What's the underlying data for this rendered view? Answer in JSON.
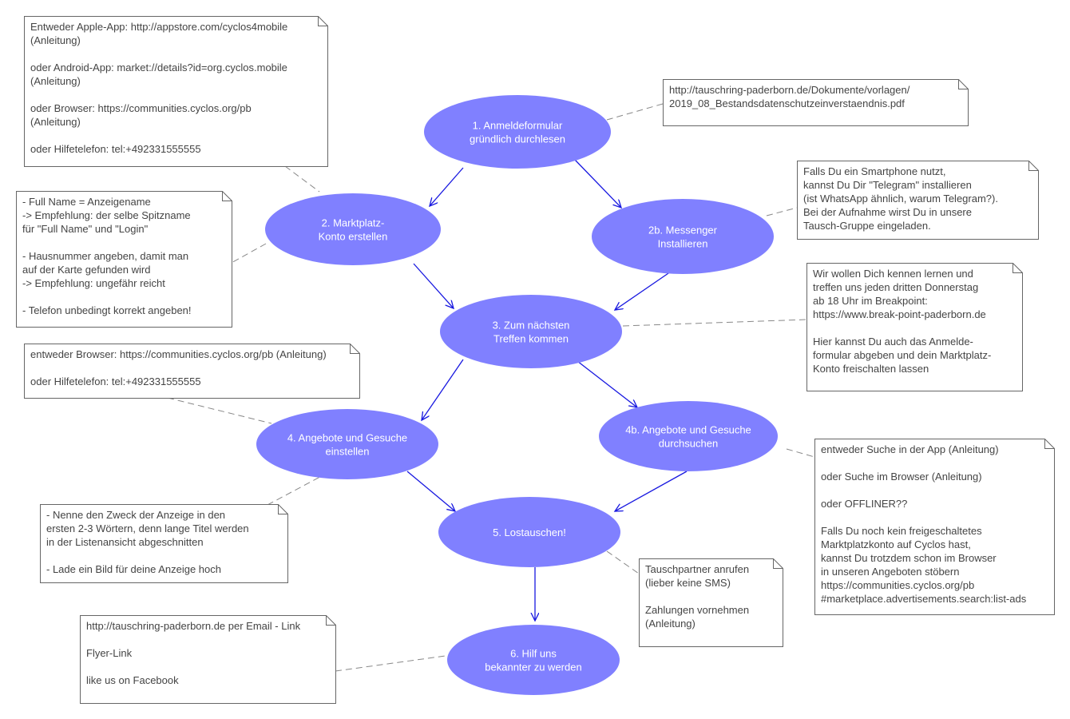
{
  "colors": {
    "node_fill": "#8080ff",
    "node_text": "#ffffff",
    "arrow": "#1818e0",
    "note_border": "#666666",
    "note_text": "#444444",
    "connector": "#888888"
  },
  "nodes": [
    {
      "id": "n1",
      "label": [
        "1. Anmeldeformular",
        "gründlich durchlesen"
      ]
    },
    {
      "id": "n2",
      "label": [
        "2. Marktplatz-",
        "Konto erstellen"
      ]
    },
    {
      "id": "n2b",
      "label": [
        "2b. Messenger",
        "Installieren"
      ]
    },
    {
      "id": "n3",
      "label": [
        "3. Zum nächsten",
        "Treffen kommen"
      ]
    },
    {
      "id": "n4",
      "label": [
        "4. Angebote und Gesuche",
        "einstellen"
      ]
    },
    {
      "id": "n4b",
      "label": [
        "4b. Angebote und Gesuche",
        "durchsuchen"
      ]
    },
    {
      "id": "n5",
      "label": [
        "5. Lostauschen!"
      ]
    },
    {
      "id": "n6",
      "label": [
        "6. Hilf uns",
        "bekannter zu werden"
      ]
    }
  ],
  "notes": [
    {
      "id": "app",
      "lines": [
        "Entweder Apple-App: http://appstore.com/cyclos4mobile",
        "(Anleitung)",
        "",
        "oder Android-App: market://details?id=org.cyclos.mobile",
        "(Anleitung)",
        "",
        "oder Browser: https://communities.cyclos.org/pb",
        "(Anleitung)",
        "",
        "oder Hilfetelefon: tel:+492331555555"
      ]
    },
    {
      "id": "form",
      "lines": [
        "http://tauschring-paderborn.de/Dokumente/vorlagen/",
        "2019_08_Bestandsdatenschutzeinverstaendnis.pdf"
      ]
    },
    {
      "id": "account",
      "lines": [
        "- Full Name = Anzeigename",
        "  -> Empfehlung: der selbe Spitzname",
        "     für \"Full Name\" und \"Login\"",
        "",
        "- Hausnummer angeben, damit man",
        "  auf der Karte gefunden wird",
        "  -> Empfehlung: ungefähr reicht",
        "",
        "- Telefon unbedingt korrekt angeben!"
      ]
    },
    {
      "id": "messenger",
      "lines": [
        "Falls Du ein Smartphone nutzt,",
        "kannst Du Dir \"Telegram\" installieren",
        "(ist WhatsApp ähnlich, warum Telegram?).",
        "Bei der Aufnahme wirst Du in unsere",
        "Tausch-Gruppe eingeladen."
      ]
    },
    {
      "id": "meeting",
      "lines": [
        "Wir wollen Dich kennen lernen und",
        "treffen uns jeden dritten Donnerstag",
        "ab 18 Uhr im Breakpoint:",
        "https://www.break-point-paderborn.de",
        "",
        "Hier kannst Du auch das Anmelde-",
        "formular abgeben und dein Marktplatz-",
        "Konto freischalten lassen"
      ]
    },
    {
      "id": "offers_create",
      "lines": [
        "entweder Browser: https://communities.cyclos.org/pb (Anleitung)",
        "",
        "oder Hilfetelefon: tel:+492331555555"
      ]
    },
    {
      "id": "offers_tips",
      "lines": [
        "- Nenne den Zweck der Anzeige in den",
        "  ersten 2-3 Wörtern, denn lange Titel werden",
        "  in der Listenansicht abgeschnitten",
        "",
        "- Lade ein Bild für deine Anzeige hoch"
      ]
    },
    {
      "id": "search",
      "lines": [
        "entweder Suche in der App (Anleitung)",
        "",
        "oder Suche im Browser (Anleitung)",
        "",
        "oder OFFLINER??",
        "",
        "Falls Du noch kein freigeschaltetes",
        "Marktplatzkonto auf Cyclos hast,",
        "kannst Du trotzdem schon im Browser",
        "in unseren Angeboten stöbern",
        "https://communities.cyclos.org/pb",
        "#marketplace.advertisements.search:list-ads"
      ]
    },
    {
      "id": "trade",
      "lines": [
        "Tauschpartner anrufen",
        "(lieber keine SMS)",
        "",
        "Zahlungen vornehmen",
        "(Anleitung)"
      ]
    },
    {
      "id": "promo",
      "lines": [
        "http://tauschring-paderborn.de per Email - Link",
        "",
        "Flyer-Link",
        "",
        "like us on Facebook"
      ]
    }
  ]
}
